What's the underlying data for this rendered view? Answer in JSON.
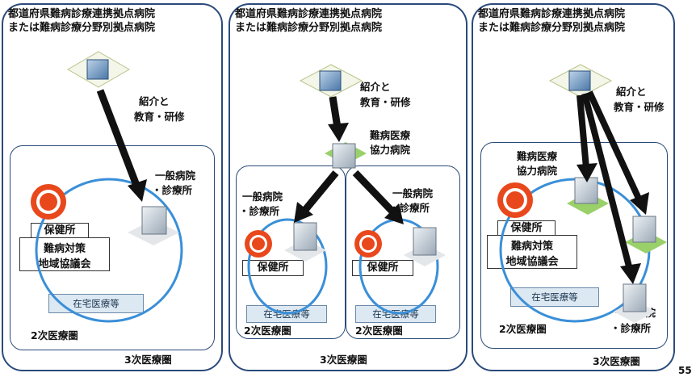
{
  "header_line1": "都道府県難病診療連携拠点病院",
  "header_line2": "または難病診療分野別拠点病院",
  "referral_line1": "紹介と",
  "referral_line2": "教育・研修",
  "cooperation_line1": "難病医療",
  "cooperation_line2": "協力病院",
  "general_line1": "一般病院",
  "general_line2": "・診療所",
  "health_center": "保健所",
  "council_line1": "難病対策",
  "council_line2": "地域協議会",
  "home_care": "在宅医療等",
  "secondary_area": "2次医療圏",
  "tertiary_area": "3次医療圏",
  "page_number": "55",
  "colors": {
    "border": "#2a4a7a",
    "ring": "#3a8fd8",
    "arrow": "#111111",
    "health_icon": "#e8481c"
  }
}
